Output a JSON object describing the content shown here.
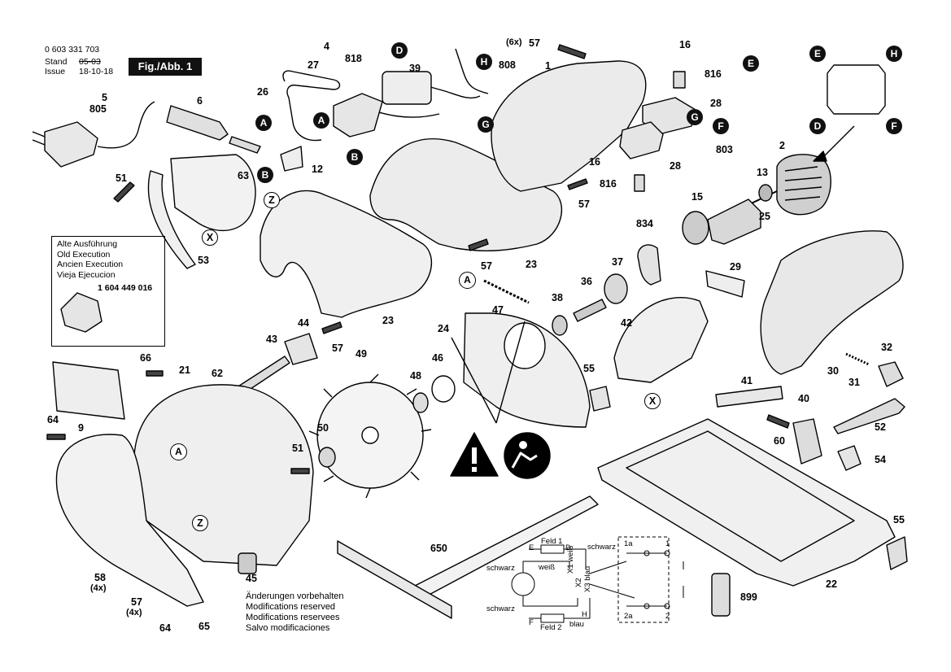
{
  "header": {
    "part_number": "0 603 331 703",
    "stand_label": "Stand",
    "issue_label": "Issue",
    "stand_value": "05-03",
    "issue_value": "18-10-18",
    "fig_label": "Fig./Abb. 1"
  },
  "old_version": {
    "lines": [
      "Alte Ausführung",
      "Old Execution",
      "Ancien Execution",
      "Vieja Ejecucion"
    ],
    "part_number": "1 604 449 016"
  },
  "modifications": [
    "Änderungen vorbehalten",
    "Modifications reserved",
    "Modifications reservees",
    "Salvo modificaciones"
  ],
  "part_labels": [
    "4",
    "818",
    "27",
    "26",
    "5",
    "805",
    "6",
    "39",
    "808",
    "57",
    "(6x)",
    "1",
    "16",
    "816",
    "28",
    "2",
    "13",
    "15",
    "834",
    "803",
    "25",
    "29",
    "37",
    "36",
    "38",
    "47",
    "24",
    "42",
    "43",
    "44",
    "57",
    "49",
    "46",
    "48",
    "66",
    "21",
    "62",
    "50",
    "51",
    "55",
    "41",
    "40",
    "52",
    "60",
    "54",
    "32",
    "30",
    "31",
    "64",
    "9",
    "65",
    "58",
    "(4x)",
    "57",
    "(4x)",
    "64",
    "45",
    "650",
    "899",
    "22",
    "55",
    "12",
    "63",
    "53",
    "51",
    "23",
    "23",
    "57",
    "57",
    "816",
    "16",
    "28",
    "X",
    "X",
    "Z",
    "Z"
  ],
  "markers": [
    "D",
    "H",
    "E",
    "A",
    "B",
    "G",
    "F",
    "A",
    "A"
  ],
  "wiring": {
    "feld1": "Feld 1",
    "feld2": "Feld 2",
    "schwarz": "schwarz",
    "weiss": "weiß",
    "blau": "blau",
    "x1": "X1 weiß",
    "x2": "X2",
    "x3": "X3 blau",
    "e": "E",
    "d": "D",
    "f": "F",
    "h": "H",
    "t1a": "1a",
    "t1": "1",
    "t2a": "2a",
    "t2": "2"
  }
}
